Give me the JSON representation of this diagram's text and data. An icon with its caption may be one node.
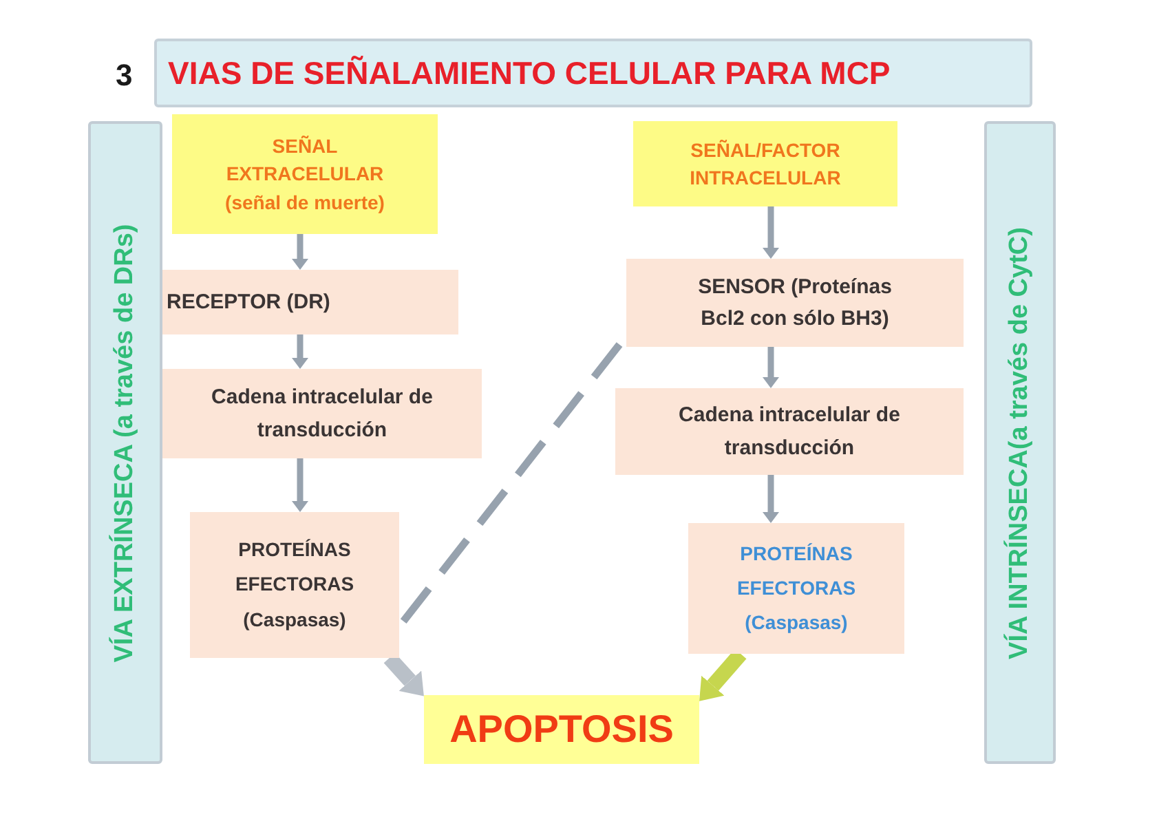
{
  "diagram": {
    "title": "VIAS DE SEÑALAMIENTO CELULAR PARA MCP",
    "nodes": [
      {
        "text": [
          "VÍA EXTRÍNSECA (a través de DRs)"
        ]
      },
      {
        "text": [
          "SEÑAL EXTRACELULAR (señal de muerte)"
        ]
      },
      {
        "text": [
          "RECEPTOR (DR)"
        ]
      },
      {
        "text": [
          "Cadena intracelular de transducción"
        ]
      },
      {
        "text": [
          "PROTEÍNAS EFECTORAS (Caspasas)"
        ]
      },
      {
        "text": [
          "SEÑAL/FACTOR INTRACELULAR"
        ]
      },
      {
        "text": [
          "SENSOR (Proteínas Bcl2 con sólo BH3)"
        ]
      },
      {
        "text": [
          "Cadena intracelular de transducción"
        ]
      },
      {
        "text": [
          "PROTEÍNAS EFECTORAS (Caspasas)"
        ]
      },
      {
        "text": [
          "APOPTOSIS"
        ]
      },
      {
        "text": [
          "VÍA INTRÍNSECA(a través de CytC)"
        ]
      }
    ],
    "edges": [
      {
        "from": 1,
        "to": 2,
        "arrow": "to"
      },
      {
        "from": 2,
        "to": 3,
        "arrow": "to"
      },
      {
        "from": 3,
        "to": 4,
        "arrow": "to"
      },
      {
        "from": 5,
        "to": 6,
        "arrow": "to"
      },
      {
        "from": 6,
        "to": 7,
        "arrow": "to"
      },
      {
        "from": 7,
        "to": 8,
        "arrow": "to"
      },
      {
        "from": 4,
        "to": 6,
        "arrow": "none",
        "style": "dashed"
      },
      {
        "from": 4,
        "to": 9,
        "arrow": "to",
        "style": "thick"
      },
      {
        "from": 8,
        "to": 9,
        "arrow": "to",
        "style": "thick",
        "color": "#c6d64e"
      }
    ],
    "labels": [
      "3"
    ]
  }
}
